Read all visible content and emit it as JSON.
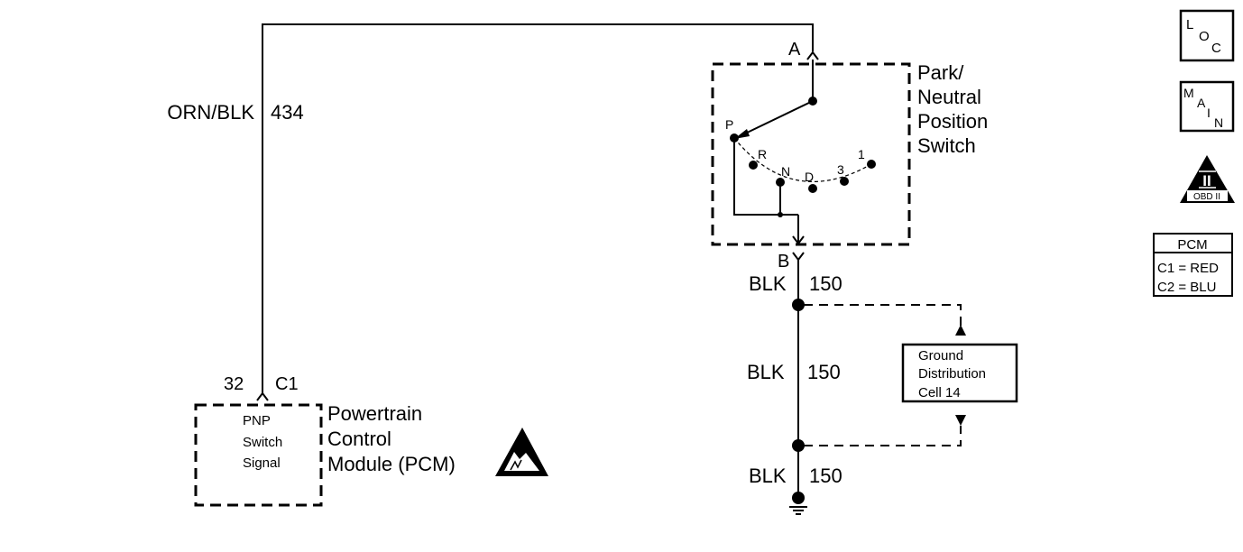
{
  "wire_left": {
    "color": "ORN/BLK",
    "circuit": "434"
  },
  "pnp_switch": {
    "title_lines": [
      "Park/",
      "Neutral",
      "Position",
      "Switch"
    ],
    "terminal_a": "A",
    "terminal_b": "B",
    "positions": [
      "P",
      "R",
      "N",
      "D",
      "3",
      "1"
    ]
  },
  "ground_wire": [
    {
      "color": "BLK",
      "circuit": "150"
    },
    {
      "color": "BLK",
      "circuit": "150"
    },
    {
      "color": "BLK",
      "circuit": "150"
    }
  ],
  "ground_cell": {
    "lines": [
      "Ground",
      "Distribution",
      "Cell 14"
    ]
  },
  "pcm": {
    "pin": "32",
    "connector": "C1",
    "inner_lines": [
      "PNP",
      "Switch",
      "Signal"
    ],
    "title_lines": [
      "Powertrain",
      "Control",
      "Module (PCM)"
    ]
  },
  "legend": {
    "loc": [
      "L",
      "O",
      "C"
    ],
    "main": [
      "M",
      "A",
      "I",
      "N"
    ],
    "obd": {
      "numeral": "II",
      "label": "OBD II"
    },
    "pcm_box": {
      "title": "PCM",
      "rows": [
        "C1 = RED",
        "C2 = BLU"
      ]
    }
  }
}
